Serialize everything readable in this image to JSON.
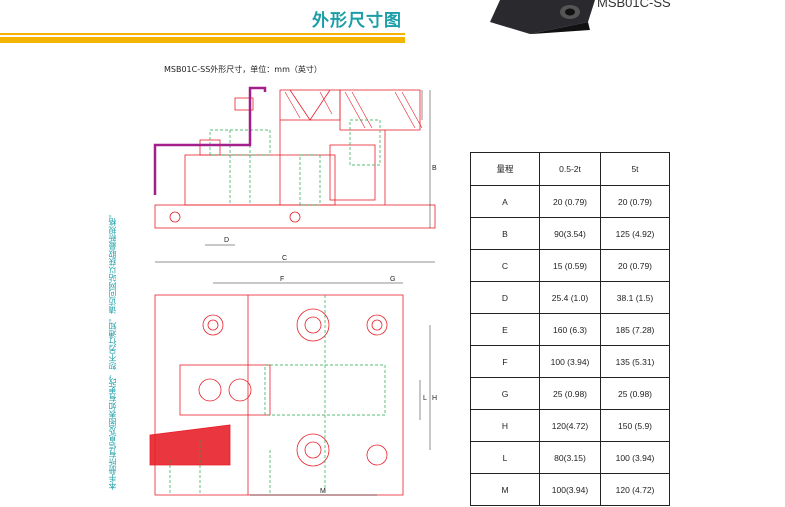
{
  "header": {
    "title": "外形尺寸图",
    "model": "MSB01C-SS"
  },
  "caption": "MSB01C-SS外形尺寸，单位：mm（英寸）",
  "side_note": "本手册所有信息及图表如有更改，恕不另行通知。请访问网站以获取最新规格。",
  "drawing_labels": [
    "D",
    "C",
    "B",
    "L",
    "F",
    "G",
    "H",
    "M"
  ],
  "colors": {
    "accent": "#1b9ea7",
    "band": "#f5b400",
    "red": "#e8202a",
    "green": "#22a64a",
    "magenta": "#a21f8c"
  },
  "table": {
    "headers": [
      "量程",
      "0.5-2t",
      "5t"
    ],
    "rows": [
      [
        "A",
        "20 (0.79)",
        "20 (0.79)"
      ],
      [
        "B",
        "90(3.54)",
        "125 (4.92)"
      ],
      [
        "C",
        "15 (0.59)",
        "20 (0.79)"
      ],
      [
        "D",
        "25.4 (1.0)",
        "38.1 (1.5)"
      ],
      [
        "E",
        "160 (6.3)",
        "185 (7.28)"
      ],
      [
        "F",
        "100 (3.94)",
        "135 (5.31)"
      ],
      [
        "G",
        "25 (0.98)",
        "25 (0.98)"
      ],
      [
        "H",
        "120(4.72)",
        "150 (5.9)"
      ],
      [
        "L",
        "80(3.15)",
        "100 (3.94)"
      ],
      [
        "M",
        "100(3.94)",
        "120 (4.72)"
      ]
    ]
  }
}
